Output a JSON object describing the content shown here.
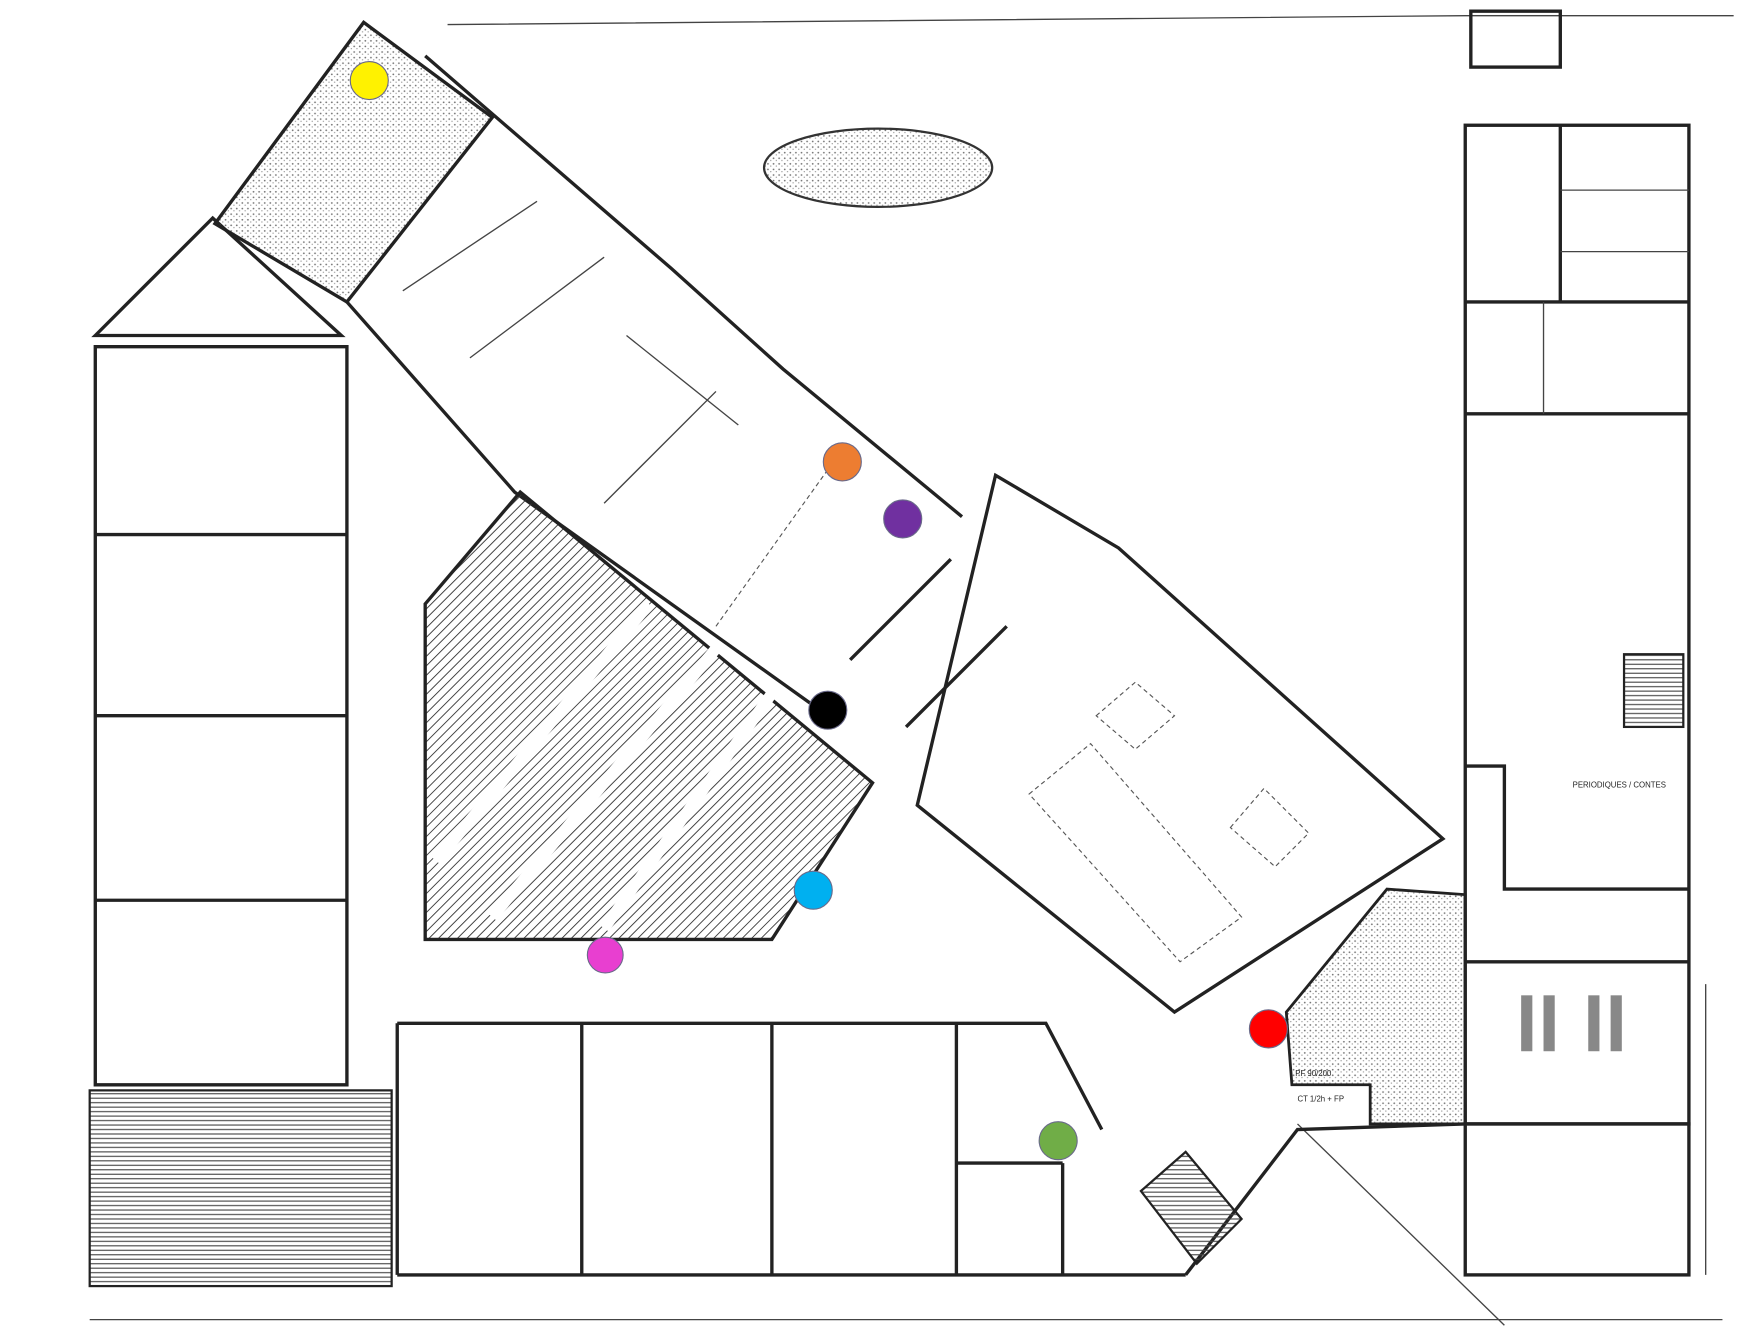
{
  "labels": {
    "periodiques": "PERIODIQUES / CONTES",
    "door_red_1": "PF 90/200",
    "door_red_2": "CT 1/2h + FP"
  },
  "markers": [
    {
      "name": "yellow-marker",
      "color": "#FFF200"
    },
    {
      "name": "orange-marker",
      "color": "#ED7D31"
    },
    {
      "name": "purple-marker",
      "color": "#7030A0"
    },
    {
      "name": "black-marker",
      "color": "#000000"
    },
    {
      "name": "cyan-marker",
      "color": "#00B0F0"
    },
    {
      "name": "magenta-marker",
      "color": "#E83FD0"
    },
    {
      "name": "red-marker",
      "color": "#FF0000"
    },
    {
      "name": "green-marker",
      "color": "#70AD47"
    }
  ]
}
